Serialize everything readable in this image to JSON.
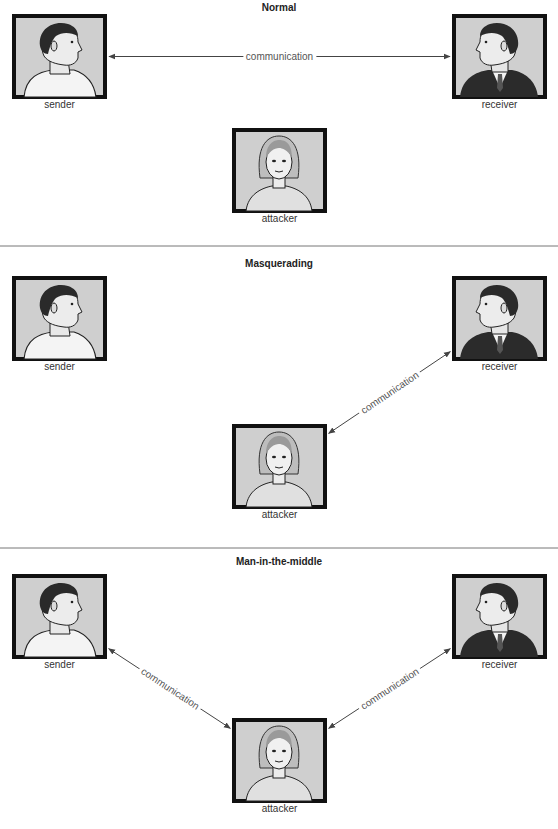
{
  "diagram": {
    "nodes": [
      {
        "text": [
          "sender"
        ]
      },
      {
        "text": [
          "receiver"
        ]
      },
      {
        "text": [
          "attacker"
        ]
      },
      {
        "text": [
          "sender"
        ]
      },
      {
        "text": [
          "receiver"
        ]
      },
      {
        "text": [
          "attacker"
        ]
      },
      {
        "text": [
          "sender"
        ]
      },
      {
        "text": [
          "receiver"
        ]
      },
      {
        "text": [
          "attacker"
        ]
      }
    ],
    "edges": [
      {
        "from": 0,
        "to": 1,
        "arrow": "both",
        "label": "communication"
      },
      {
        "from": 5,
        "to": 4,
        "arrow": "both",
        "label": "communication"
      },
      {
        "from": 6,
        "to": 8,
        "arrow": "both",
        "label": "communication"
      },
      {
        "from": 8,
        "to": 7,
        "arrow": "both",
        "label": "communication"
      }
    ],
    "labels": [
      "Normal",
      "Masquerading",
      "Man-in-the-middle"
    ]
  }
}
